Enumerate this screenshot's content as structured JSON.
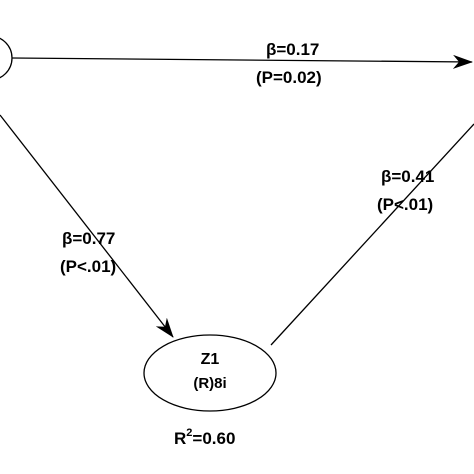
{
  "diagram": {
    "colors": {
      "line": "#000000",
      "fill": "#ffffff"
    },
    "edges": [
      {
        "id": "top",
        "beta": "β=0.17",
        "p": "(P=0.02)"
      },
      {
        "id": "left-down",
        "beta": "β=0.77",
        "p": "(P<.01)"
      },
      {
        "id": "right-up",
        "beta": "β=0.41",
        "p": "(P<.01)"
      }
    ],
    "nodes": {
      "z1": {
        "title": "Z1",
        "subtitle": "(R)8i",
        "r2_base": "R",
        "r2_sup": "2",
        "r2_value": "=0.60"
      }
    }
  }
}
